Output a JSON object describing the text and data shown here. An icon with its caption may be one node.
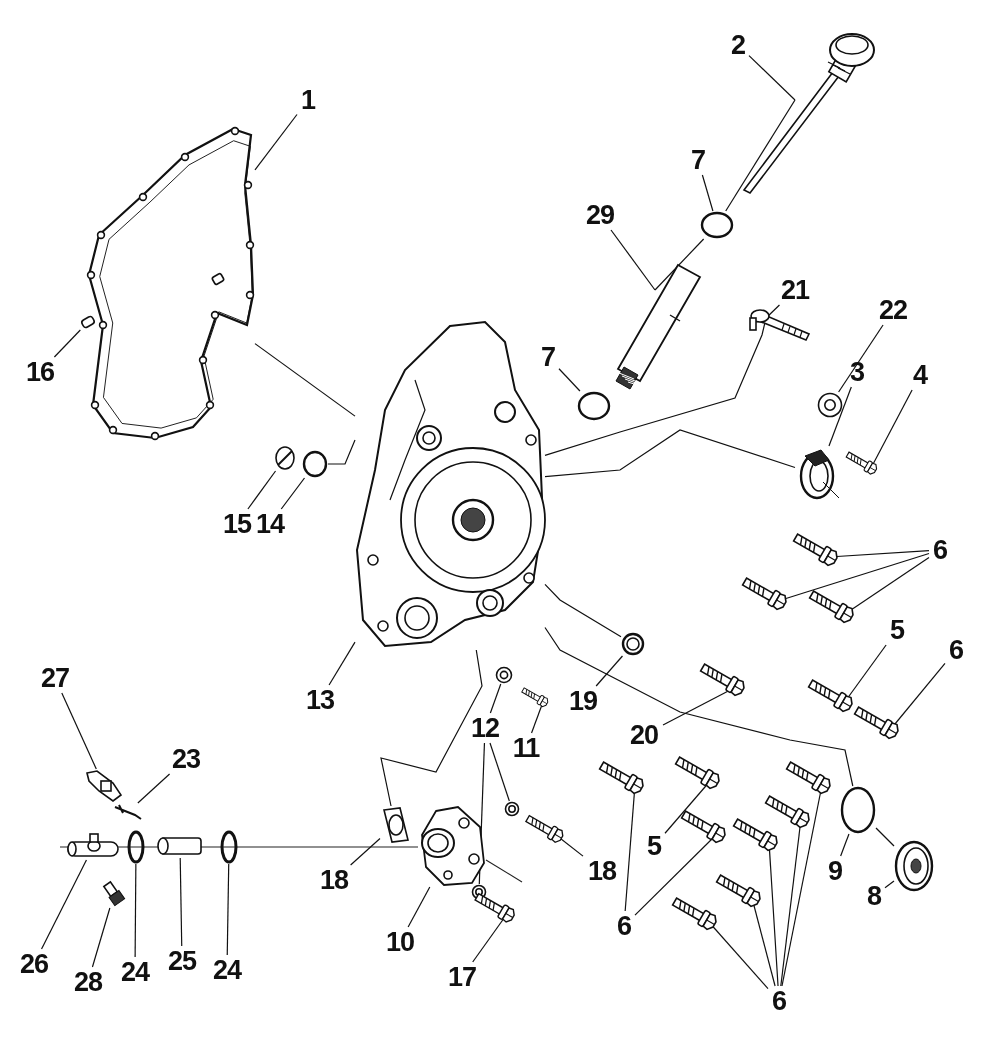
{
  "diagram": {
    "nodes": [
      {
        "text": [
          "2"
        ]
      },
      {
        "text": [
          "1"
        ]
      },
      {
        "text": [
          "7"
        ]
      },
      {
        "text": [
          "29"
        ]
      },
      {
        "text": [
          "21"
        ]
      },
      {
        "text": [
          "22"
        ]
      },
      {
        "text": [
          "7"
        ]
      },
      {
        "text": [
          "16"
        ]
      },
      {
        "text": [
          "3"
        ]
      },
      {
        "text": [
          "4"
        ]
      },
      {
        "text": [
          "15"
        ]
      },
      {
        "text": [
          "14"
        ]
      },
      {
        "text": [
          "6"
        ]
      },
      {
        "text": [
          "5"
        ]
      },
      {
        "text": [
          "6"
        ]
      },
      {
        "text": [
          "27"
        ]
      },
      {
        "text": [
          "13"
        ]
      },
      {
        "text": [
          "19"
        ]
      },
      {
        "text": [
          "12"
        ]
      },
      {
        "text": [
          "11"
        ]
      },
      {
        "text": [
          "20"
        ]
      },
      {
        "text": [
          "23"
        ]
      },
      {
        "text": [
          "5"
        ]
      },
      {
        "text": [
          "18"
        ]
      },
      {
        "text": [
          "9"
        ]
      },
      {
        "text": [
          "18"
        ]
      },
      {
        "text": [
          "8"
        ]
      },
      {
        "text": [
          "6"
        ]
      },
      {
        "text": [
          "10"
        ]
      },
      {
        "text": [
          "26"
        ]
      },
      {
        "text": [
          "24"
        ]
      },
      {
        "text": [
          "25"
        ]
      },
      {
        "text": [
          "24"
        ]
      },
      {
        "text": [
          "28"
        ]
      },
      {
        "text": [
          "17"
        ]
      },
      {
        "text": [
          "6"
        ]
      },
      {
        "text": [],
        "shape": "picture"
      },
      {
        "text": [],
        "shape": "picture"
      },
      {
        "text": [],
        "shape": "circle"
      },
      {
        "text": [],
        "shape": "picture"
      },
      {
        "text": [],
        "shape": "picture"
      },
      {
        "text": [],
        "shape": "picture"
      },
      {
        "text": [],
        "shape": "picture"
      },
      {
        "text": [],
        "shape": "picture"
      },
      {
        "text": [],
        "shape": "circle"
      },
      {
        "text": [],
        "shape": "cylinder"
      },
      {
        "text": [],
        "shape": "picture"
      },
      {
        "text": [],
        "shape": "circle"
      },
      {
        "text": [],
        "shape": "picture"
      },
      {
        "text": [],
        "shape": "picture"
      },
      {
        "text": [],
        "shape": "picture"
      },
      {
        "text": [],
        "shape": "picture"
      },
      {
        "text": [],
        "shape": "picture"
      },
      {
        "text": [],
        "shape": "picture"
      },
      {
        "text": [],
        "shape": "picture"
      },
      {
        "text": [],
        "shape": "picture"
      },
      {
        "text": [],
        "shape": "picture"
      },
      {
        "text": [],
        "shape": "picture"
      },
      {
        "text": [],
        "shape": "picture"
      },
      {
        "text": [],
        "shape": "picture"
      },
      {
        "text": [],
        "shape": "circle"
      },
      {
        "text": [],
        "shape": "picture"
      },
      {
        "text": [],
        "shape": "picture"
      },
      {
        "text": [],
        "shape": "picture"
      },
      {
        "text": [],
        "shape": "picture"
      },
      {
        "text": [],
        "shape": "picture"
      },
      {
        "text": [],
        "shape": "picture"
      },
      {
        "text": [],
        "shape": "picture"
      },
      {
        "text": [],
        "shape": "picture"
      },
      {
        "text": [],
        "shape": "circle"
      },
      {
        "text": [],
        "shape": "cylinder"
      },
      {
        "text": [],
        "shape": "circle"
      },
      {
        "text": [],
        "shape": "picture"
      },
      {
        "text": [],
        "shape": "picture"
      },
      {
        "text": [],
        "shape": "picture"
      },
      {
        "text": [],
        "shape": "picture"
      },
      {
        "text": [],
        "shape": "picture"
      },
      {
        "text": [],
        "shape": "picture"
      },
      {
        "text": [],
        "shape": "picture"
      },
      {
        "text": [],
        "shape": "picture"
      },
      {
        "text": [],
        "shape": "picture"
      }
    ],
    "edges": [
      {
        "from": 0,
        "to": 36,
        "arrow": "none"
      },
      {
        "from": 1,
        "to": 37,
        "arrow": "none"
      },
      {
        "from": 2,
        "to": 38,
        "arrow": "none"
      },
      {
        "from": 3,
        "to": 39,
        "arrow": "none"
      },
      {
        "from": 4,
        "to": 40,
        "arrow": "none"
      },
      {
        "from": 5,
        "to": 41,
        "arrow": "none"
      },
      {
        "from": 6,
        "to": 44,
        "arrow": "none"
      },
      {
        "from": 7,
        "to": 45,
        "arrow": "none"
      },
      {
        "from": 8,
        "to": 42,
        "arrow": "none"
      },
      {
        "from": 9,
        "to": 43,
        "arrow": "none"
      },
      {
        "from": 10,
        "to": 46,
        "arrow": "none"
      },
      {
        "from": 11,
        "to": 47,
        "arrow": "none"
      },
      {
        "from": 12,
        "to": 49,
        "arrow": "none"
      },
      {
        "from": 12,
        "to": 50,
        "arrow": "none"
      },
      {
        "from": 12,
        "to": 51,
        "arrow": "none"
      },
      {
        "from": 13,
        "to": 52,
        "arrow": "none"
      },
      {
        "from": 14,
        "to": 53,
        "arrow": "none"
      },
      {
        "from": 15,
        "to": 54,
        "arrow": "none"
      },
      {
        "from": 16,
        "to": 48,
        "arrow": "none"
      },
      {
        "from": 17,
        "to": 55,
        "arrow": "none"
      },
      {
        "from": 18,
        "to": 56,
        "arrow": "none"
      },
      {
        "from": 18,
        "to": 65,
        "arrow": "none"
      },
      {
        "from": 18,
        "to": 66,
        "arrow": "none"
      },
      {
        "from": 19,
        "to": 57,
        "arrow": "none"
      },
      {
        "from": 20,
        "to": 58,
        "arrow": "none"
      },
      {
        "from": 21,
        "to": 59,
        "arrow": "none"
      },
      {
        "from": 22,
        "to": 62,
        "arrow": "none"
      },
      {
        "from": 23,
        "to": 63,
        "arrow": "none"
      },
      {
        "from": 24,
        "to": 60,
        "arrow": "none"
      },
      {
        "from": 25,
        "to": 64,
        "arrow": "none"
      },
      {
        "from": 26,
        "to": 61,
        "arrow": "none"
      },
      {
        "from": 27,
        "to": 74,
        "arrow": "none"
      },
      {
        "from": 27,
        "to": 75,
        "arrow": "none"
      },
      {
        "from": 28,
        "to": 67,
        "arrow": "none"
      },
      {
        "from": 29,
        "to": 68,
        "arrow": "none"
      },
      {
        "from": 30,
        "to": 69,
        "arrow": "none"
      },
      {
        "from": 31,
        "to": 70,
        "arrow": "none"
      },
      {
        "from": 32,
        "to": 71,
        "arrow": "none"
      },
      {
        "from": 33,
        "to": 72,
        "arrow": "none"
      },
      {
        "from": 34,
        "to": 73,
        "arrow": "none"
      },
      {
        "from": 35,
        "to": 76,
        "arrow": "none"
      },
      {
        "from": 35,
        "to": 77,
        "arrow": "none"
      },
      {
        "from": 35,
        "to": 78,
        "arrow": "none"
      },
      {
        "from": 35,
        "to": 79,
        "arrow": "none"
      },
      {
        "from": 35,
        "to": 80,
        "arrow": "none"
      },
      {
        "from": 37,
        "to": 48,
        "arrow": "none"
      },
      {
        "from": 47,
        "to": 48,
        "arrow": "none"
      },
      {
        "from": 48,
        "to": 64,
        "arrow": "none"
      },
      {
        "from": 48,
        "to": 42,
        "arrow": "none"
      },
      {
        "from": 48,
        "to": 60,
        "arrow": "none"
      },
      {
        "from": 60,
        "to": 61,
        "arrow": "none"
      },
      {
        "from": 36,
        "to": 38,
        "arrow": "none"
      },
      {
        "from": 48,
        "to": 40,
        "arrow": "none"
      },
      {
        "from": 48,
        "to": 55,
        "arrow": "none"
      },
      {
        "from": 38,
        "to": 39,
        "arrow": "none"
      }
    ]
  }
}
